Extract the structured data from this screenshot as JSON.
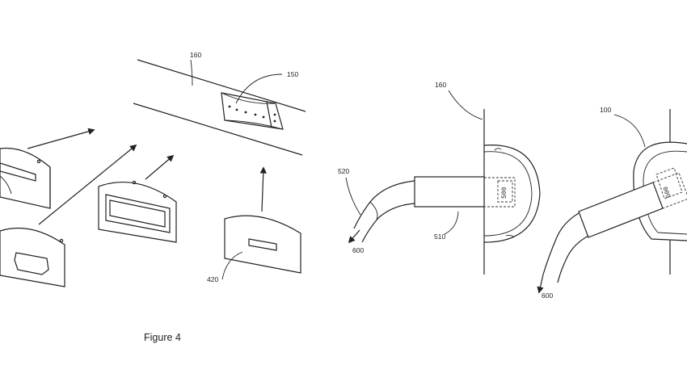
{
  "figure": {
    "caption": "Figure 4",
    "labels": {
      "l160a": "160",
      "l150": "150",
      "l420": "420",
      "l160b": "160",
      "l520": "520",
      "l510": "510",
      "l600a": "600",
      "l100": "100",
      "l600b": "600",
      "code_a": "500",
      "code_b": "500"
    }
  }
}
